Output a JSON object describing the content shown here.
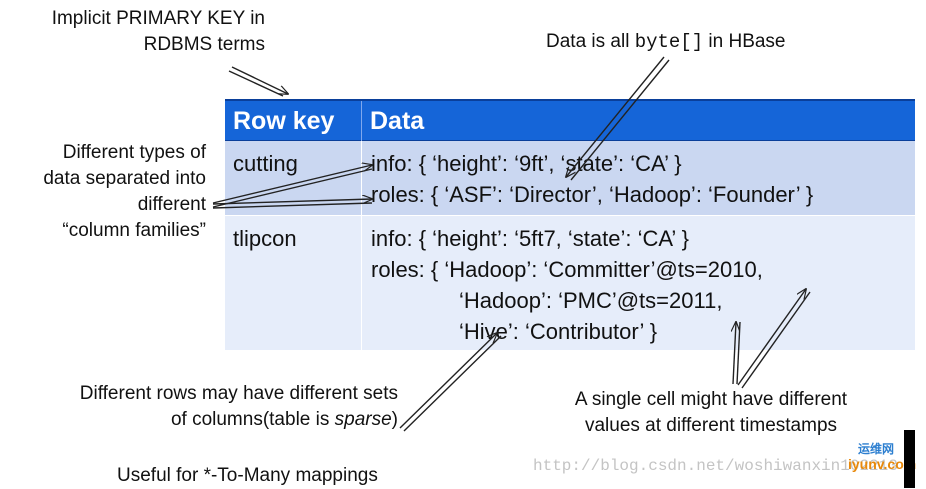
{
  "annotations": {
    "primary_key": [
      "Implicit PRIMARY KEY in",
      "RDBMS terms"
    ],
    "bytes_prefix": "Data is all ",
    "bytes_code": "byte[]",
    "bytes_suffix": " in HBase",
    "column_families": [
      "Different types of",
      "data separated into",
      "different",
      "“column families”"
    ],
    "sparse_line1": "Different rows may have different sets",
    "sparse_line2_prefix": "of columns(table is ",
    "sparse_line2_italic": "sparse",
    "sparse_line2_suffix": ")",
    "timestamps": [
      "A single cell might have different",
      "values at different timestamps"
    ],
    "to_many": "Useful for *-To-Many mappings"
  },
  "table": {
    "headers": {
      "row_key": "Row key",
      "data": "Data"
    },
    "rows": [
      {
        "key": "cutting",
        "data": [
          "info: { ‘height’: ‘9ft’, ‘state’: ‘CA’ }",
          "roles: { ‘ASF’: ‘Director’, ‘Hadoop’: ‘Founder’ }"
        ]
      },
      {
        "key": "tlipcon",
        "data": [
          "info: { ‘height’: ‘5ft7, ‘state’: ‘CA’ }",
          "roles: { ‘Hadoop’: ‘Committer’@ts=2010,",
          "‘Hadoop’: ‘PMC’@ts=2011,",
          "‘Hive’: ‘Contributor’ }"
        ]
      }
    ]
  },
  "watermark": "http://blog.csdn.net/woshiwanxin102213",
  "logo": {
    "top": "运维网",
    "bottom": "iyunv.com"
  },
  "colors": {
    "header_bg": "#1565d8",
    "row1_bg": "#cad7f1",
    "row2_bg": "#e6edfa"
  }
}
